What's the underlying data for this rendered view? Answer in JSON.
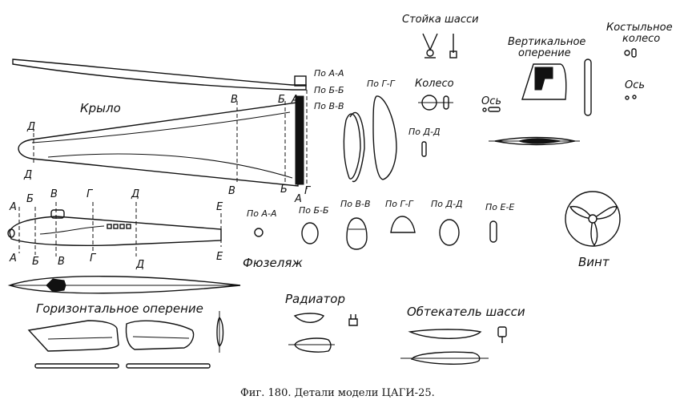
{
  "labels": {
    "wing": "Крыло",
    "fuselage": "Фюзеляж",
    "horizontal_tail": "Горизонтальное оперение",
    "vertical_tail": "Вертикальное оперение",
    "gear_strut": "Стойка шасси",
    "wheel": "Колесо",
    "axle1": "Ось",
    "axle2": "Ось",
    "tail_wheel": "Костыльное колесо",
    "propeller": "Винт",
    "radiator": "Радиатор",
    "gear_fairing": "Обтекатель шасси"
  },
  "wing_sections": {
    "aa": "По А-А",
    "bb": "По Б-Б",
    "vv": "По В-В",
    "gg": "По Г-Г",
    "dd": "По Д-Д"
  },
  "fuselage_sections": {
    "aa": "По А-А",
    "bb": "По Б-Б",
    "vv": "По В-В",
    "gg": "По Г-Г",
    "dd": "По Д-Д",
    "ee": "По Е-Е"
  },
  "wing_marks": {
    "d_top": "Д",
    "d_bot": "Д",
    "v_top": "В",
    "v_bot": "В",
    "b_top": "Б",
    "b_bot": "Б",
    "a_top": "А",
    "a_bot": "А",
    "g_bot": "Г"
  },
  "fus_marks": {
    "a_top": "А",
    "a_bot": "А",
    "b_top": "Б",
    "b_bot": "Б",
    "v_top": "В",
    "v_bot": "В",
    "g_top": "Г",
    "g_bot": "Г",
    "d_top": "Д",
    "d_bot": "Д",
    "e_top": "Е",
    "e_bot": "Е"
  },
  "caption": "Фиг. 180. Детали модели ЦАГИ-25."
}
